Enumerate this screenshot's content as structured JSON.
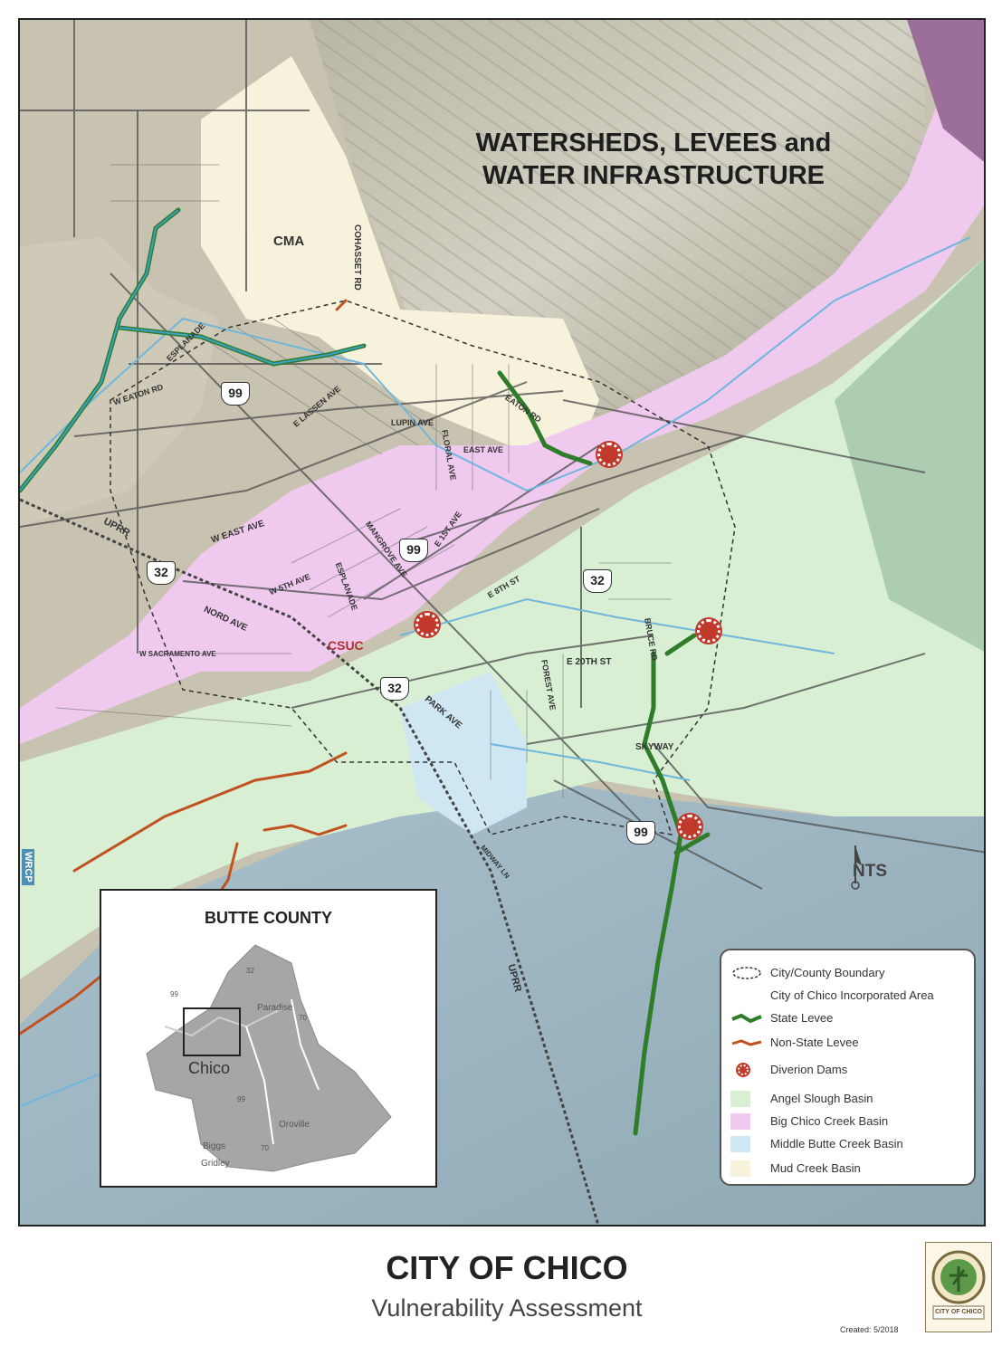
{
  "map": {
    "title_line1": "WATERSHEDS, LEVEES and",
    "title_line2": "WATER INFRASTRUCTURE",
    "north_label": "NTS",
    "labels": {
      "cma": "CMA",
      "cohasset": "COHASSET RD",
      "w_eaton": "W EATON RD",
      "esplanade": "ESPLANADE",
      "e_lassen": "E LASSEN AVE",
      "lupin": "LUPIN AVE",
      "floral": "FLORAL AVE",
      "eaton": "EATON RD",
      "east_ave": "EAST AVE",
      "w_east_ave": "W EAST AVE",
      "uprr_left": "UPRR",
      "w_5th": "W 5TH AVE",
      "esplanade2": "ESPLANADE",
      "mangrove": "MANGROVE AVE",
      "e_1st": "E 1ST AVE",
      "e_8th": "E 8TH ST",
      "nord": "NORD AVE",
      "w_sacramento": "W SACRAMENTO AVE",
      "csuc": "CSUC",
      "park_ave": "PARK AVE",
      "forest": "FOREST AVE",
      "e_20th": "E 20TH ST",
      "bruce": "BRUCE RD",
      "skyway": "SKYWAY",
      "midway": "MIDWAY LN",
      "uprr_right": "UPRR",
      "wrcp": "WRCP"
    },
    "highways": [
      "99",
      "99",
      "32",
      "32",
      "32",
      "99"
    ]
  },
  "inset": {
    "title": "BUTTE COUNTY",
    "chico": "Chico",
    "paradise": "Paradise",
    "oroville": "Oroville",
    "biggs": "Biggs",
    "gridley": "Gridley",
    "hwy_labels": [
      "99",
      "32",
      "70",
      "99",
      "70"
    ]
  },
  "legend": {
    "items": [
      {
        "label": "City/County Boundary",
        "symbol": "dashed-outline-icon"
      },
      {
        "label": "City of Chico Incorporated Area",
        "symbol": "none"
      },
      {
        "label": "State Levee",
        "symbol": "green-line-icon",
        "color": "#2f7d2a"
      },
      {
        "label": "Non-State Levee",
        "symbol": "orange-line-icon",
        "color": "#c1521f"
      },
      {
        "label": "Diverion Dams",
        "symbol": "dam-icon",
        "color": "#c0392b"
      },
      {
        "label": "Angel Slough Basin",
        "symbol": "swatch",
        "color": "#d9efd4"
      },
      {
        "label": "Big Chico Creek Basin",
        "symbol": "swatch",
        "color": "#efc9ee"
      },
      {
        "label": "Middle Butte Creek Basin",
        "symbol": "swatch",
        "color": "#cfe6f3"
      },
      {
        "label": "Mud Creek Basin",
        "symbol": "swatch",
        "color": "#f7f2dc"
      }
    ]
  },
  "footer": {
    "title": "CITY OF CHICO",
    "subtitle": "Vulnerability Assessment",
    "created": "Created: 5/2018",
    "logo_text": "CITY OF CHICO"
  }
}
